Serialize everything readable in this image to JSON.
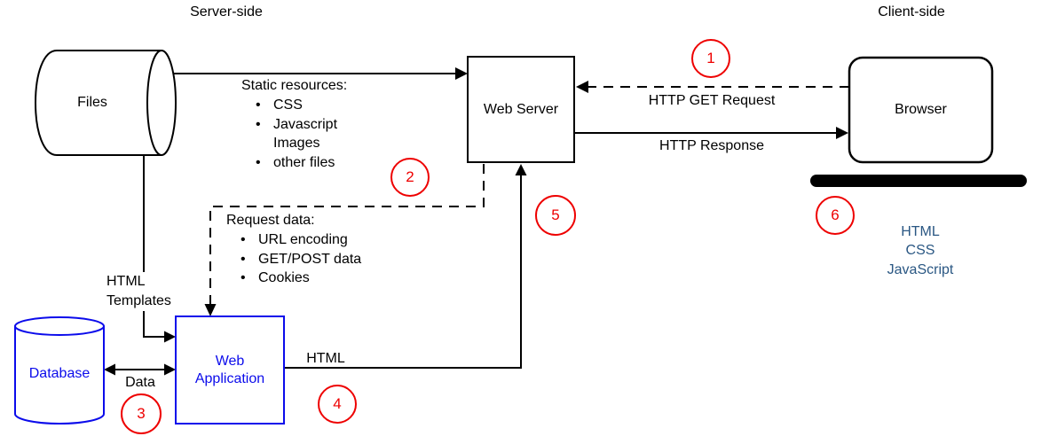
{
  "header": {
    "server_side": "Server-side",
    "client_side": "Client-side"
  },
  "nodes": {
    "files": {
      "label": "Files"
    },
    "web_server": {
      "label": "Web Server"
    },
    "browser": {
      "label": "Browser"
    },
    "database": {
      "label": "Database"
    },
    "web_application": {
      "label": "Web Application"
    }
  },
  "edge_labels": {
    "static_resources": {
      "title": "Static resources:",
      "items": [
        {
          "bullet": "•",
          "text": "CSS"
        },
        {
          "bullet": "•",
          "text": "Javascript"
        },
        {
          "bullet": "",
          "text": "Images"
        },
        {
          "bullet": "•",
          "text": "other files"
        }
      ]
    },
    "request_data": {
      "title": "Request data:",
      "items": [
        {
          "bullet": "•",
          "text": "URL encoding"
        },
        {
          "bullet": "•",
          "text": "GET/POST data"
        },
        {
          "bullet": "•",
          "text": "Cookies"
        }
      ]
    },
    "http_get_request": "HTTP GET Request",
    "http_response": "HTTP Response",
    "html_templates": {
      "line1": "HTML",
      "line2": "Templates"
    },
    "data": "Data",
    "html": "HTML"
  },
  "client_stack": {
    "lines": [
      "HTML",
      "CSS",
      "JavaScript"
    ]
  },
  "steps": {
    "s1": "1",
    "s2": "2",
    "s3": "3",
    "s4": "4",
    "s5": "5",
    "s6": "6"
  },
  "colors": {
    "line_black": "#000000",
    "node_accent_blue": "#0b0beb",
    "step_red": "#ee0000",
    "client_stack_blue": "#2a5783"
  }
}
